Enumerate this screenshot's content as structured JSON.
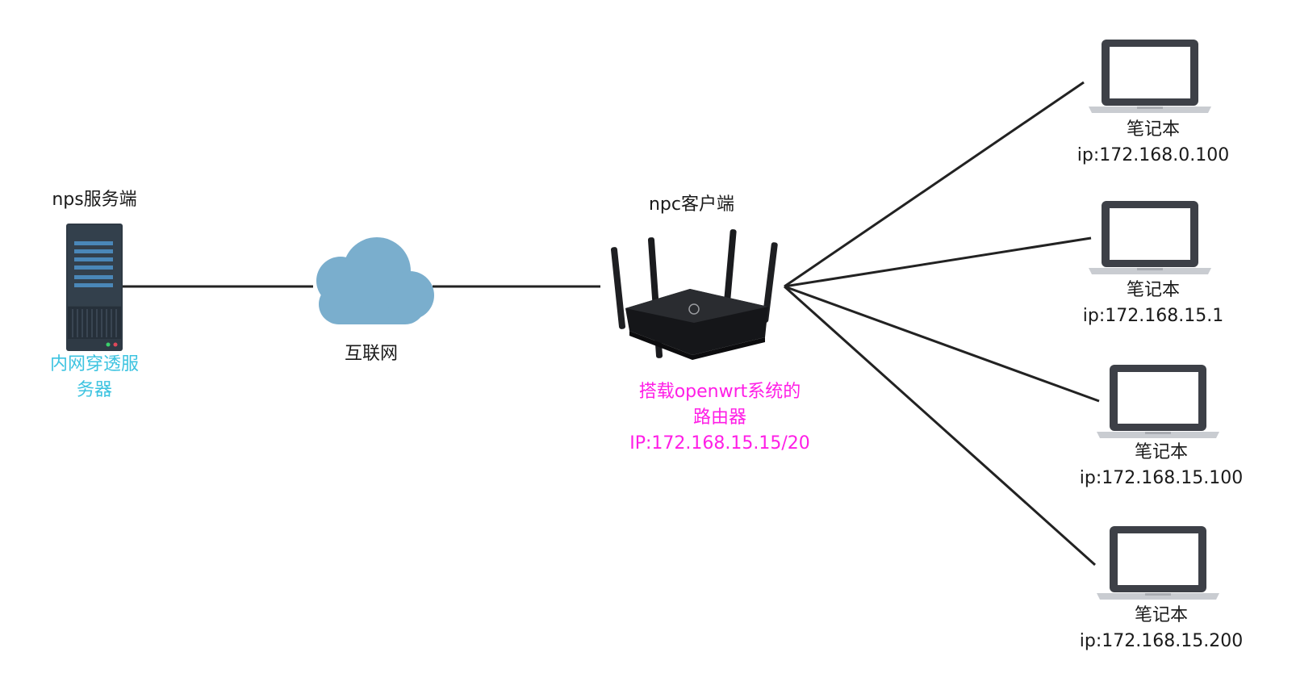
{
  "server": {
    "title": "nps服务端",
    "caption_line1": "内网穿透服",
    "caption_line2": "务器",
    "caption_color": "#3cc3e0",
    "icon": "server-icon"
  },
  "internet": {
    "label": "互联网",
    "icon": "cloud-icon",
    "color": "#7aaecd"
  },
  "router": {
    "title": "npc客户端",
    "caption_line1": "搭载openwrt系统的",
    "caption_line2": "路由器",
    "caption_line3": "IP:172.168.15.15/20",
    "caption_color": "#ff1ee6",
    "icon": "router-icon"
  },
  "laptops": [
    {
      "name": "笔记本",
      "ip": "ip:172.168.0.100",
      "icon": "laptop-icon"
    },
    {
      "name": "笔记本",
      "ip": "ip:172.168.15.1",
      "icon": "laptop-icon"
    },
    {
      "name": "笔记本",
      "ip": "ip:172.168.15.100",
      "icon": "laptop-icon"
    },
    {
      "name": "笔记本",
      "ip": "ip:172.168.15.200",
      "icon": "laptop-icon"
    }
  ],
  "colors": {
    "line": "#222222",
    "laptop_frame": "#3d4047",
    "laptop_base": "#c9ccd1"
  }
}
